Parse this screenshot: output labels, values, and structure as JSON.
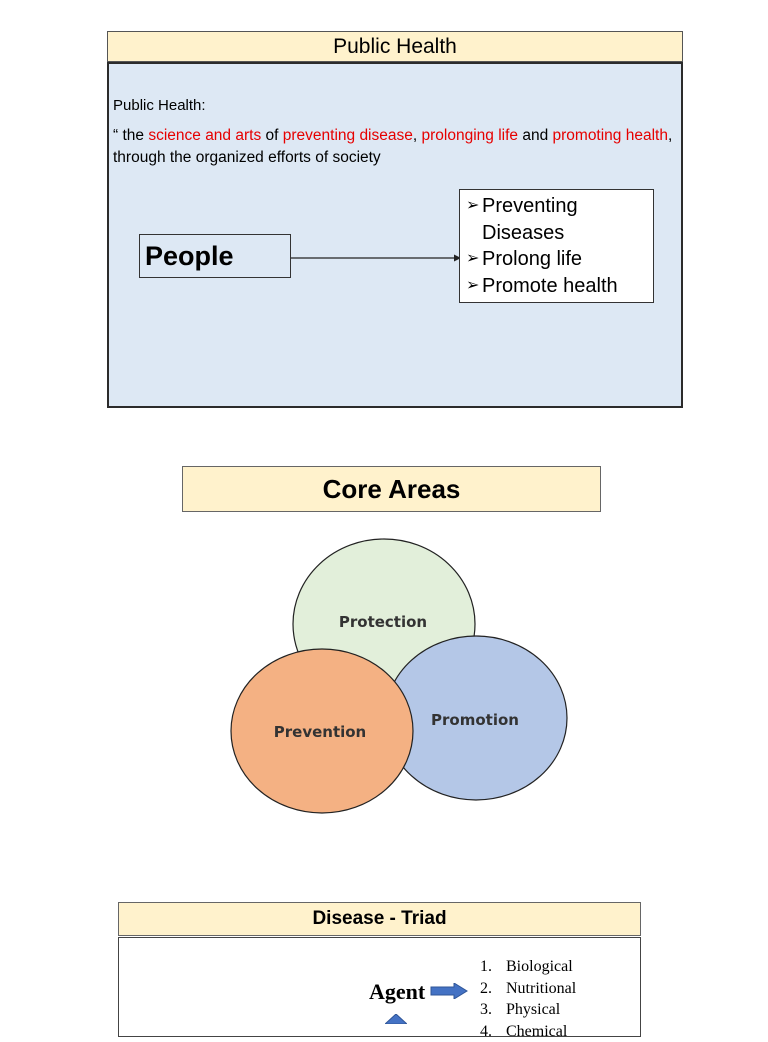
{
  "section1": {
    "title": "Public Health",
    "definition_label": "Public Health:",
    "definition": {
      "p1": "“ the ",
      "r1": "science and arts",
      "p2": " of ",
      "r2": "preventing disease",
      "p3": ", ",
      "r3": "prolonging life",
      "p4": " and ",
      "r4": "promoting health",
      "p5": ", through the organized efforts of society"
    },
    "people_label": "People",
    "outcomes": [
      "Preventing Diseases",
      "Prolong life",
      "Promote health"
    ]
  },
  "section2": {
    "title": "Core Areas",
    "circles": {
      "protection": "Protection",
      "prevention": "Prevention",
      "promotion": "Promotion"
    },
    "colors": {
      "protection": "#e2efda",
      "prevention": "#f4b183",
      "promotion": "#b4c7e7"
    }
  },
  "section3": {
    "title": "Disease - Triad",
    "agent_label": "Agent",
    "agent_list": [
      {
        "num": "1.",
        "text": "Biological"
      },
      {
        "num": "2.",
        "text": "Nutritional"
      },
      {
        "num": "3.",
        "text": "Physical"
      },
      {
        "num": "4.",
        "text": "Chemical"
      }
    ]
  }
}
